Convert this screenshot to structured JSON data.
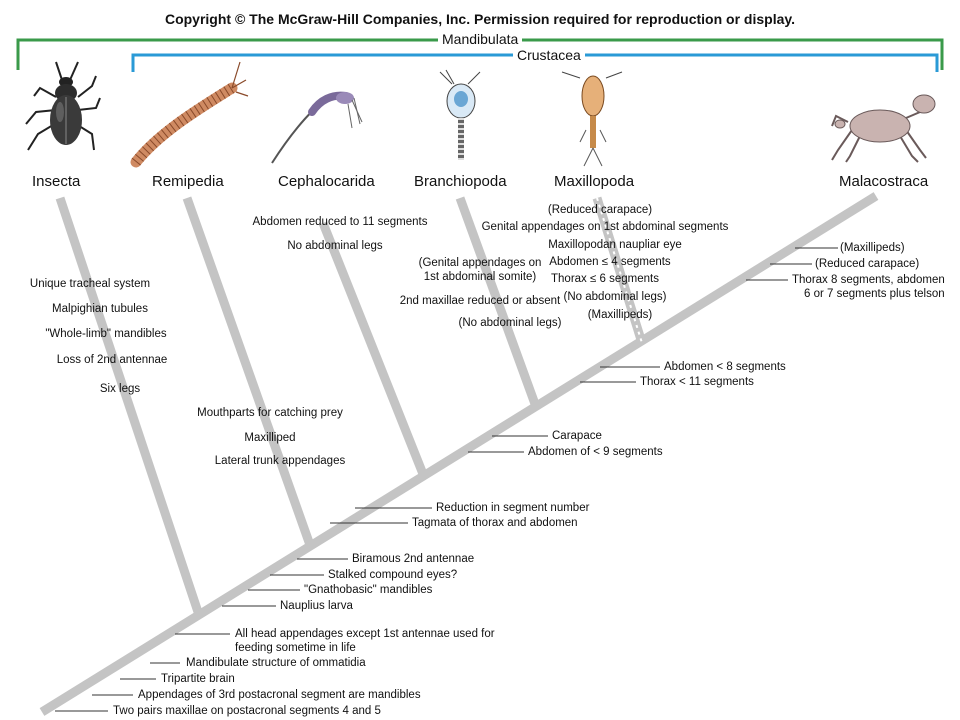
{
  "copyright": "Copyright © The McGraw-Hill Companies, Inc. Permission required for reproduction or display.",
  "groups": {
    "mandibulata": "Mandibulata",
    "crustacea": "Crustacea"
  },
  "colors": {
    "mandibulata_bracket": "#3a9a4a",
    "crustacea_bracket": "#2a9ad6",
    "tree_branch": "#c4c4c4",
    "leader_line": "#333333"
  },
  "taxa": [
    "Insecta",
    "Remipedia",
    "Cephalocarida",
    "Branchiopoda",
    "Maxillopoda",
    "Malacostraca"
  ],
  "animals": [
    "beetle",
    "remipede",
    "cephalocarid",
    "branchiopod",
    "copepod",
    "crab"
  ],
  "insecta_traits": [
    "Unique tracheal system",
    "Malpighian tubules",
    "\"Whole-limb\" mandibles",
    "Loss of 2nd antennae",
    "Six legs"
  ],
  "remipedia_traits": [
    "Mouthparts for catching prey",
    "Maxilliped",
    "Lateral trunk appendages"
  ],
  "cephalocarida_traits": [
    "Abdomen reduced to 11 segments",
    "No abdominal legs"
  ],
  "branchiopoda_traits": [
    "(Genital appendages on",
    "1st abdominal somite)",
    "2nd maxillae reduced or absent",
    "(No abdominal legs)"
  ],
  "maxillopoda_traits": [
    "(Reduced carapace)",
    "Genital appendages on 1st abdominal segments",
    "Maxillopodan naupliar eye",
    "Abdomen ≤ 4 segments",
    "Thorax ≤ 6 segments",
    "(No abdominal legs)",
    "(Maxillipeds)"
  ],
  "malacostraca_traits": [
    "(Maxillipeds)",
    "(Reduced carapace)",
    "Thorax 8 segments, abdomen",
    "6 or 7 segments plus telson"
  ],
  "stem_traits": {
    "maxillo_malaco": [
      "Abdomen < 8 segments",
      "Thorax < 11 segments"
    ],
    "branchio_node": [
      "Carapace",
      "Abdomen of < 9 segments"
    ],
    "cephalo_node": [
      "Reduction in segment number",
      "Tagmata of thorax and abdomen"
    ],
    "crustacea_node": [
      "Biramous 2nd antennae",
      "Stalked compound eyes?",
      "\"Gnathobasic\" mandibles",
      "Nauplius larva"
    ],
    "mandibulata_base": [
      "All head appendages except 1st antennae used for",
      "feeding sometime in life",
      "Mandibulate structure of ommatidia",
      "Tripartite brain",
      "Appendages of 3rd postacronal segment are mandibles",
      "Two pairs maxillae on postacronal segments 4 and 5"
    ]
  }
}
